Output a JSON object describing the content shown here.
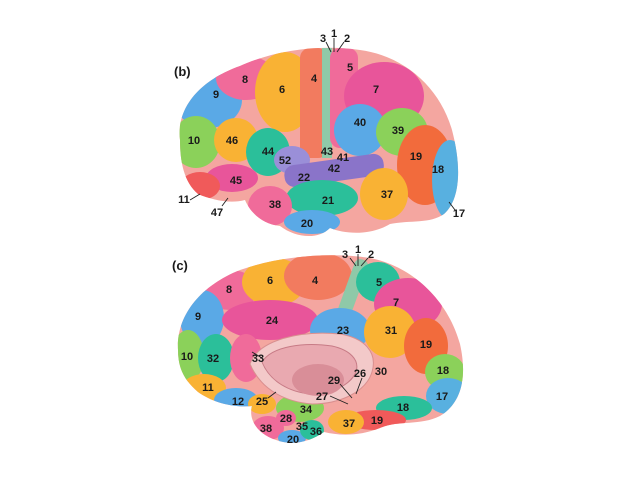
{
  "panels": [
    {
      "id": "b",
      "label": "(b)",
      "view": "lateral",
      "areas": [
        "3",
        "1",
        "2",
        "8",
        "4",
        "5",
        "9",
        "6",
        "7",
        "40",
        "10",
        "46",
        "39",
        "44",
        "43",
        "41",
        "52",
        "42",
        "19",
        "18",
        "22",
        "45",
        "11",
        "47",
        "21",
        "37",
        "38",
        "20",
        "17"
      ]
    },
    {
      "id": "c",
      "label": "(c)",
      "view": "medial",
      "areas": [
        "3",
        "1",
        "2",
        "8",
        "6",
        "4",
        "5",
        "7",
        "9",
        "24",
        "23",
        "31",
        "10",
        "32",
        "33",
        "19",
        "29",
        "26",
        "30",
        "18",
        "11",
        "17",
        "12",
        "25",
        "27",
        "34",
        "18",
        "28",
        "35",
        "37",
        "19",
        "38",
        "36",
        "20"
      ]
    }
  ]
}
